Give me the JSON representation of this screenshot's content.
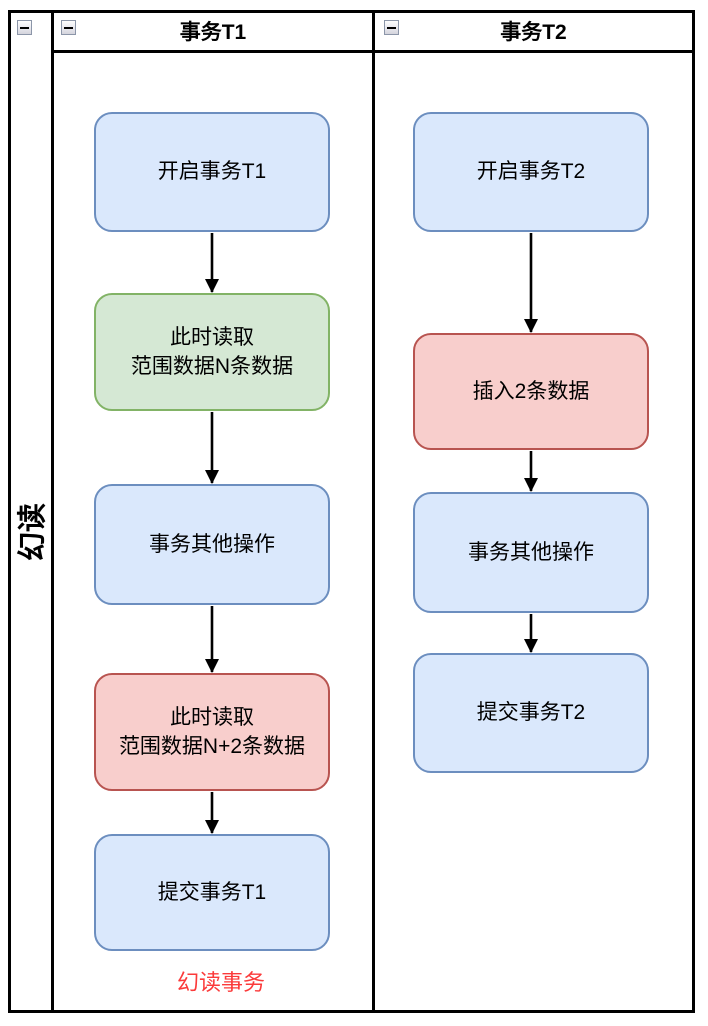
{
  "diagram": {
    "pool": {
      "label": "幻读"
    },
    "lanes": [
      {
        "title": "事务T1",
        "nodes": [
          {
            "text": "开启事务T1",
            "kind": "blue"
          },
          {
            "text": "此时读取\n范围数据N条数据",
            "kind": "green"
          },
          {
            "text": "事务其他操作",
            "kind": "blue"
          },
          {
            "text": "此时读取\n范围数据N+2条数据",
            "kind": "red"
          },
          {
            "text": "提交事务T1",
            "kind": "blue"
          }
        ],
        "annotation": "幻读事务"
      },
      {
        "title": "事务T2",
        "nodes": [
          {
            "text": "开启事务T2",
            "kind": "blue"
          },
          {
            "text": "插入2条数据",
            "kind": "red"
          },
          {
            "text": "事务其他操作",
            "kind": "blue"
          },
          {
            "text": "提交事务T2",
            "kind": "blue"
          }
        ]
      }
    ],
    "connectors": [
      {
        "lane": "事务T1",
        "from": "开启事务T1",
        "to": "此时读取 范围数据N条数据"
      },
      {
        "lane": "事务T1",
        "from": "此时读取 范围数据N条数据",
        "to": "事务其他操作"
      },
      {
        "lane": "事务T1",
        "from": "事务其他操作",
        "to": "此时读取 范围数据N+2条数据"
      },
      {
        "lane": "事务T1",
        "from": "此时读取 范围数据N+2条数据",
        "to": "提交事务T1"
      },
      {
        "lane": "事务T2",
        "from": "开启事务T2",
        "to": "插入2条数据"
      },
      {
        "lane": "事务T2",
        "from": "插入2条数据",
        "to": "事务其他操作"
      },
      {
        "lane": "事务T2",
        "from": "事务其他操作",
        "to": "提交事务T2"
      }
    ],
    "colors": {
      "node_blue_fill": "#dae8fc",
      "node_blue_border": "#6c8ebf",
      "node_green_fill": "#d5e8d4",
      "node_green_border": "#82b366",
      "node_red_fill": "#f8cecc",
      "node_red_border": "#b85450",
      "annotation_text": "#fb3a3a",
      "line": "#000000"
    }
  }
}
